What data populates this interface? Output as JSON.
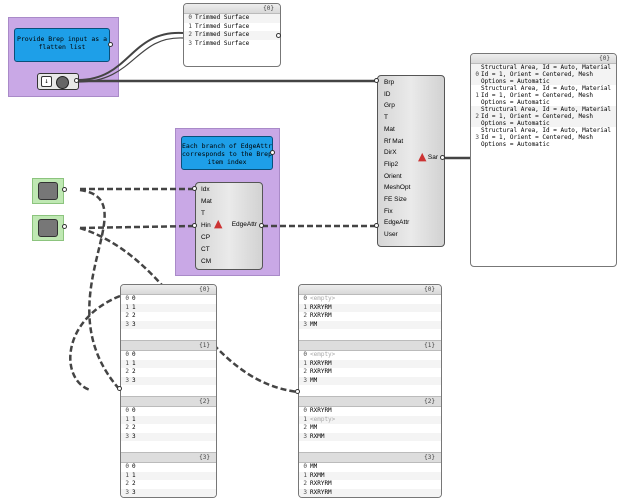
{
  "notes": {
    "brep_note": "Provide Brep input as a flatten list",
    "edge_note": "Each branch of EdgeAttr corresponds to the Brep item index"
  },
  "trimmed_panel": {
    "path": "{0}",
    "rows": [
      {
        "idx": "0",
        "val": "Trimmed Surface"
      },
      {
        "idx": "1",
        "val": "Trimmed Surface"
      },
      {
        "idx": "2",
        "val": "Trimmed Surface"
      },
      {
        "idx": "3",
        "val": "Trimmed Surface"
      }
    ]
  },
  "sar_component": {
    "inputs": [
      "Brp",
      "ID",
      "Grp",
      "T",
      "Mat",
      "Rf Mat",
      "DirX",
      "Flip2",
      "Orient",
      "MeshOpt",
      "FE Size",
      "Fix",
      "EdgeAttr",
      "User"
    ],
    "output": "Sar"
  },
  "edge_component": {
    "inputs": [
      "Idx",
      "Mat",
      "T",
      "Hin",
      "CP",
      "CT",
      "CM"
    ],
    "output": "EdgeAttr"
  },
  "result_panel": {
    "path": "{0}",
    "items": [
      {
        "idx": "0",
        "val": "Structural Area, Id = Auto, Material Id = 1, Orient = Centered, Mesh Options = Automatic"
      },
      {
        "idx": "1",
        "val": "Structural Area, Id = Auto, Material Id = 1, Orient = Centered, Mesh Options = Automatic"
      },
      {
        "idx": "2",
        "val": "Structural Area, Id = Auto, Material Id = 1, Orient = Centered, Mesh Options = Automatic"
      },
      {
        "idx": "3",
        "val": "Structural Area, Id = Auto, Material Id = 1, Orient = Centered, Mesh Options = Automatic"
      }
    ]
  },
  "idx_panel": {
    "sections": [
      {
        "path": "{0}",
        "rows": [
          {
            "idx": "0",
            "val": "0"
          },
          {
            "idx": "1",
            "val": "1"
          },
          {
            "idx": "2",
            "val": "2"
          },
          {
            "idx": "3",
            "val": "3"
          }
        ]
      },
      {
        "path": "{1}",
        "rows": [
          {
            "idx": "0",
            "val": "0"
          },
          {
            "idx": "1",
            "val": "1"
          },
          {
            "idx": "2",
            "val": "2"
          },
          {
            "idx": "3",
            "val": "3"
          }
        ]
      },
      {
        "path": "{2}",
        "rows": [
          {
            "idx": "0",
            "val": "0"
          },
          {
            "idx": "1",
            "val": "1"
          },
          {
            "idx": "2",
            "val": "2"
          },
          {
            "idx": "3",
            "val": "3"
          }
        ]
      },
      {
        "path": "{3}",
        "rows": [
          {
            "idx": "0",
            "val": "0"
          },
          {
            "idx": "1",
            "val": "1"
          },
          {
            "idx": "2",
            "val": "2"
          },
          {
            "idx": "3",
            "val": "3"
          }
        ]
      }
    ]
  },
  "hinge_panel": {
    "sections": [
      {
        "path": "{0}",
        "rows": [
          {
            "idx": "0",
            "val": "<empty>",
            "empty": true
          },
          {
            "idx": "1",
            "val": "RXRYRM",
            "empty": false
          },
          {
            "idx": "2",
            "val": "RXRYRM",
            "empty": false
          },
          {
            "idx": "3",
            "val": "MM",
            "empty": false
          }
        ]
      },
      {
        "path": "{1}",
        "rows": [
          {
            "idx": "0",
            "val": "<empty>",
            "empty": true
          },
          {
            "idx": "1",
            "val": "RXRYRM",
            "empty": false
          },
          {
            "idx": "2",
            "val": "RXRYRM",
            "empty": false
          },
          {
            "idx": "3",
            "val": "MM",
            "empty": false
          }
        ]
      },
      {
        "path": "{2}",
        "rows": [
          {
            "idx": "0",
            "val": "RXRYRM",
            "empty": false
          },
          {
            "idx": "1",
            "val": "<empty>",
            "empty": true
          },
          {
            "idx": "2",
            "val": "MM",
            "empty": false
          },
          {
            "idx": "3",
            "val": "RXMM",
            "empty": false
          }
        ]
      },
      {
        "path": "{3}",
        "rows": [
          {
            "idx": "0",
            "val": "MM",
            "empty": false
          },
          {
            "idx": "1",
            "val": "RXMM",
            "empty": false
          },
          {
            "idx": "2",
            "val": "RXRYRM",
            "empty": false
          },
          {
            "idx": "3",
            "val": "RXRYRM",
            "empty": false
          }
        ]
      }
    ]
  },
  "colors": {
    "group": "#c9a8e6",
    "note": "#1e9fe8",
    "param": "#bfe8b3",
    "wire": "#444444"
  }
}
